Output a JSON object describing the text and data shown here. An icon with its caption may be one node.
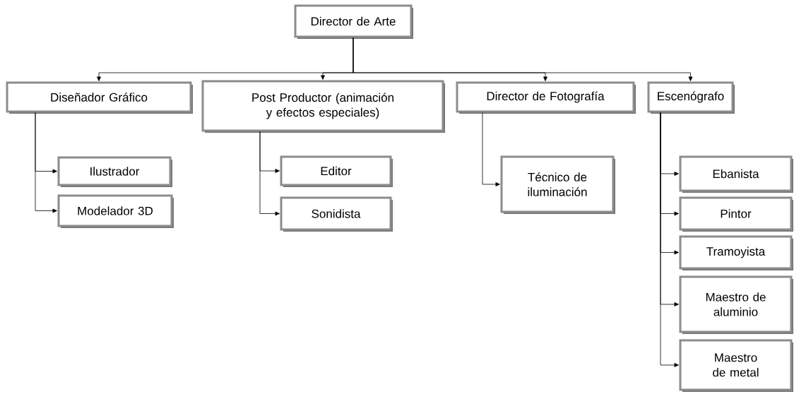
{
  "diagram": {
    "nodes": [
      {
        "text": [
          "Director de Arte"
        ]
      },
      {
        "text": [
          "Diseñador Gráfico"
        ]
      },
      {
        "text": [
          "Post Productor (animación y efectos especiales)"
        ]
      },
      {
        "text": [
          "Director de Fotografía"
        ]
      },
      {
        "text": [
          "Escenógrafo"
        ]
      },
      {
        "text": [
          "Ilustrador"
        ]
      },
      {
        "text": [
          "Modelador 3D"
        ]
      },
      {
        "text": [
          "Editor"
        ]
      },
      {
        "text": [
          "Sonidista"
        ]
      },
      {
        "text": [
          "Técnico de iluminación"
        ]
      },
      {
        "text": [
          "Ebanista"
        ]
      },
      {
        "text": [
          "Pintor"
        ]
      },
      {
        "text": [
          "Tramoyista"
        ]
      },
      {
        "text": [
          "Maestro de aluminio"
        ]
      },
      {
        "text": [
          "Maestro de metal"
        ]
      }
    ],
    "edges": [
      {
        "from": 0,
        "to": 1,
        "arrow": "to"
      },
      {
        "from": 0,
        "to": 2,
        "arrow": "to"
      },
      {
        "from": 0,
        "to": 3,
        "arrow": "to"
      },
      {
        "from": 0,
        "to": 4,
        "arrow": "to"
      },
      {
        "from": 1,
        "to": 5,
        "arrow": "to"
      },
      {
        "from": 1,
        "to": 6,
        "arrow": "to"
      },
      {
        "from": 2,
        "to": 7,
        "arrow": "to"
      },
      {
        "from": 2,
        "to": 8,
        "arrow": "to"
      },
      {
        "from": 3,
        "to": 9,
        "arrow": "to"
      },
      {
        "from": 4,
        "to": 10,
        "arrow": "to"
      },
      {
        "from": 4,
        "to": 11,
        "arrow": "to"
      },
      {
        "from": 4,
        "to": 12,
        "arrow": "to"
      },
      {
        "from": 4,
        "to": 13,
        "arrow": "to"
      },
      {
        "from": 4,
        "to": 14,
        "arrow": "to"
      }
    ]
  }
}
